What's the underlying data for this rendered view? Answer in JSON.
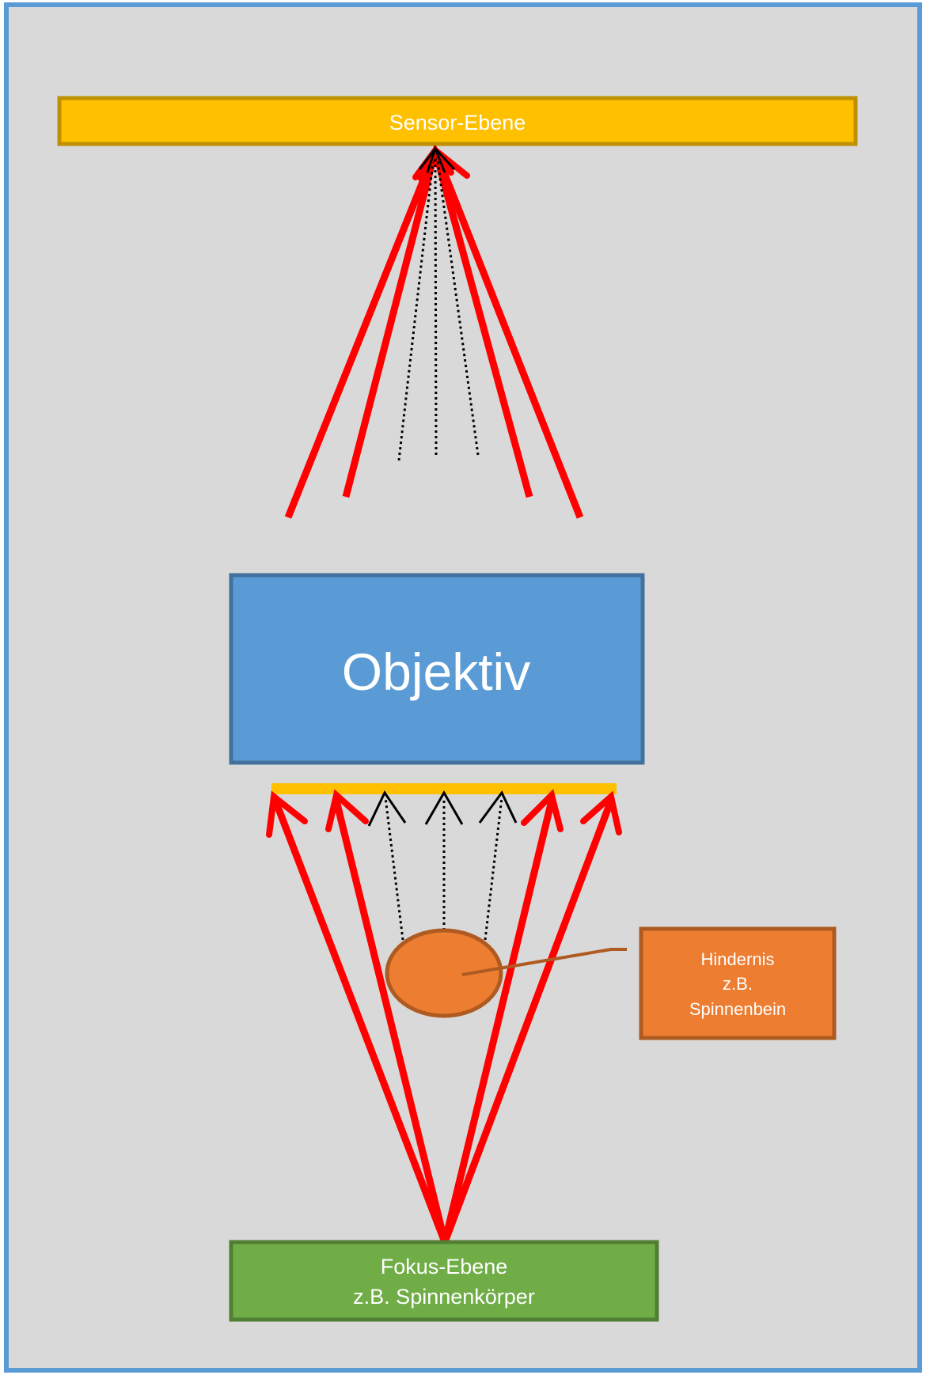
{
  "diagram": {
    "sensor_label": "Sensor-Ebene",
    "lens_label": "Objektiv",
    "obstacle_label_line1": "Hindernis",
    "obstacle_label_line2": "z.B.",
    "obstacle_label_line3": "Spinnenbein",
    "focus_label_line1": "Fokus-Ebene",
    "focus_label_line2": "z.B. Spinnenkörper"
  },
  "colors": {
    "background": "#d9d9d9",
    "frame_border": "#5b9bd5",
    "sensor_fill": "#ffc000",
    "sensor_border": "#bf9000",
    "lens_fill": "#5b9bd5",
    "lens_border": "#41719c",
    "obstacle_fill": "#ed7d31",
    "obstacle_border": "#ae5a21",
    "focus_fill": "#70ad47",
    "focus_border": "#507e32",
    "ray_red": "#ff0000",
    "ray_blocked": "#000000",
    "lens_entry_bar": "#ffc000"
  }
}
